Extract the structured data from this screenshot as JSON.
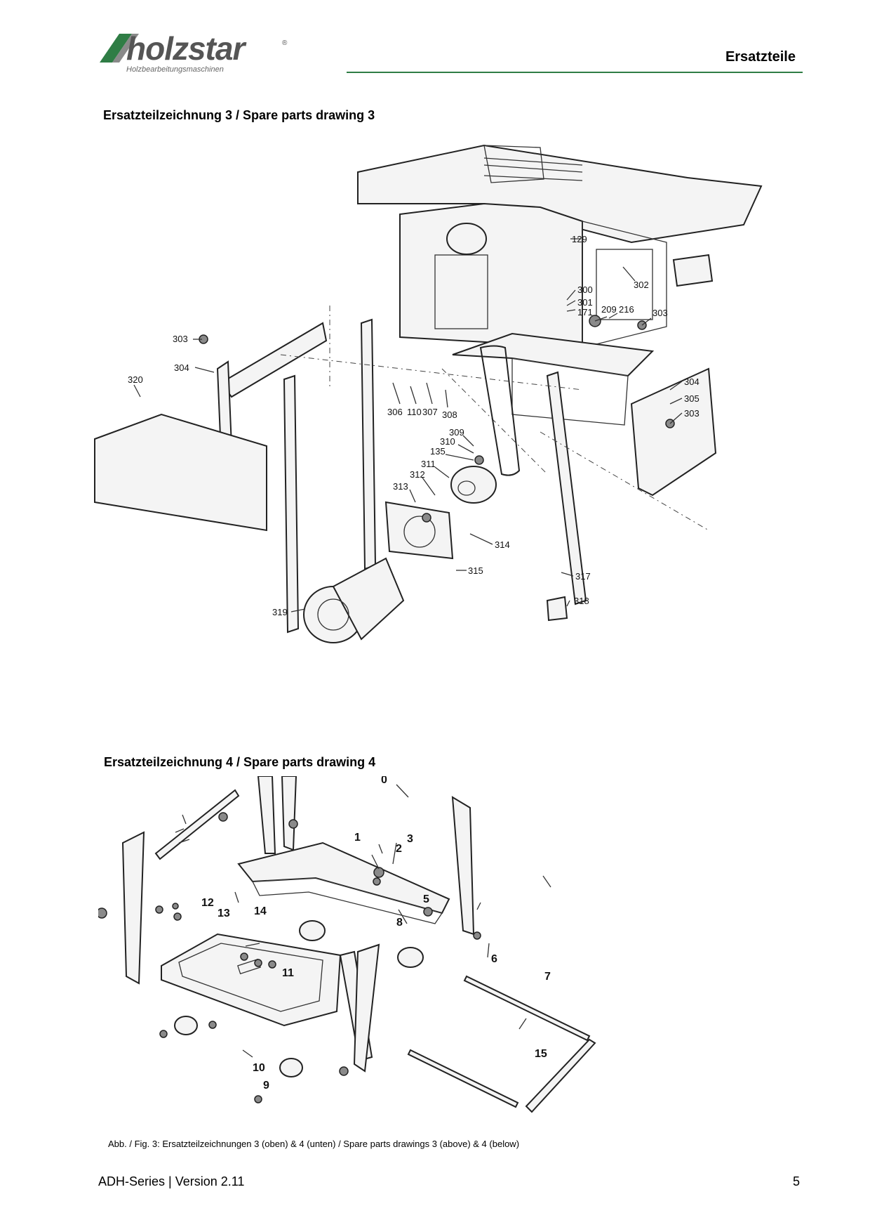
{
  "header": {
    "logo_text": "holzstar",
    "logo_registered": "®",
    "logo_subtitle": "Holzbearbeitungsmaschinen",
    "section_title": "Ersatzteile"
  },
  "drawing3": {
    "heading": "Ersatzteilzeichnung 3 / Spare parts drawing 3",
    "callouts": [
      "129",
      "302",
      "300",
      "301",
      "171",
      "209",
      "216",
      "303",
      "303",
      "304",
      "320",
      "306",
      "110",
      "307",
      "308",
      "304",
      "305",
      "303",
      "309",
      "310",
      "135",
      "311",
      "312",
      "313",
      "314",
      "315",
      "317",
      "318",
      "319"
    ]
  },
  "drawing4": {
    "heading": "Ersatzteilzeichnung 4 / Spare parts drawing 4",
    "callouts": [
      "0",
      "1",
      "2",
      "3",
      "5",
      "6",
      "7",
      "8",
      "9",
      "10",
      "11",
      "12",
      "13",
      "14",
      "15"
    ]
  },
  "caption": "Abb. / Fig. 3: Ersatzteilzeichnungen 3 (oben) & 4 (unten) / Spare parts drawings 3 (above) & 4 (below)",
  "footer": {
    "left": "ADH-Series | Version 2.11",
    "page_number": "5"
  }
}
